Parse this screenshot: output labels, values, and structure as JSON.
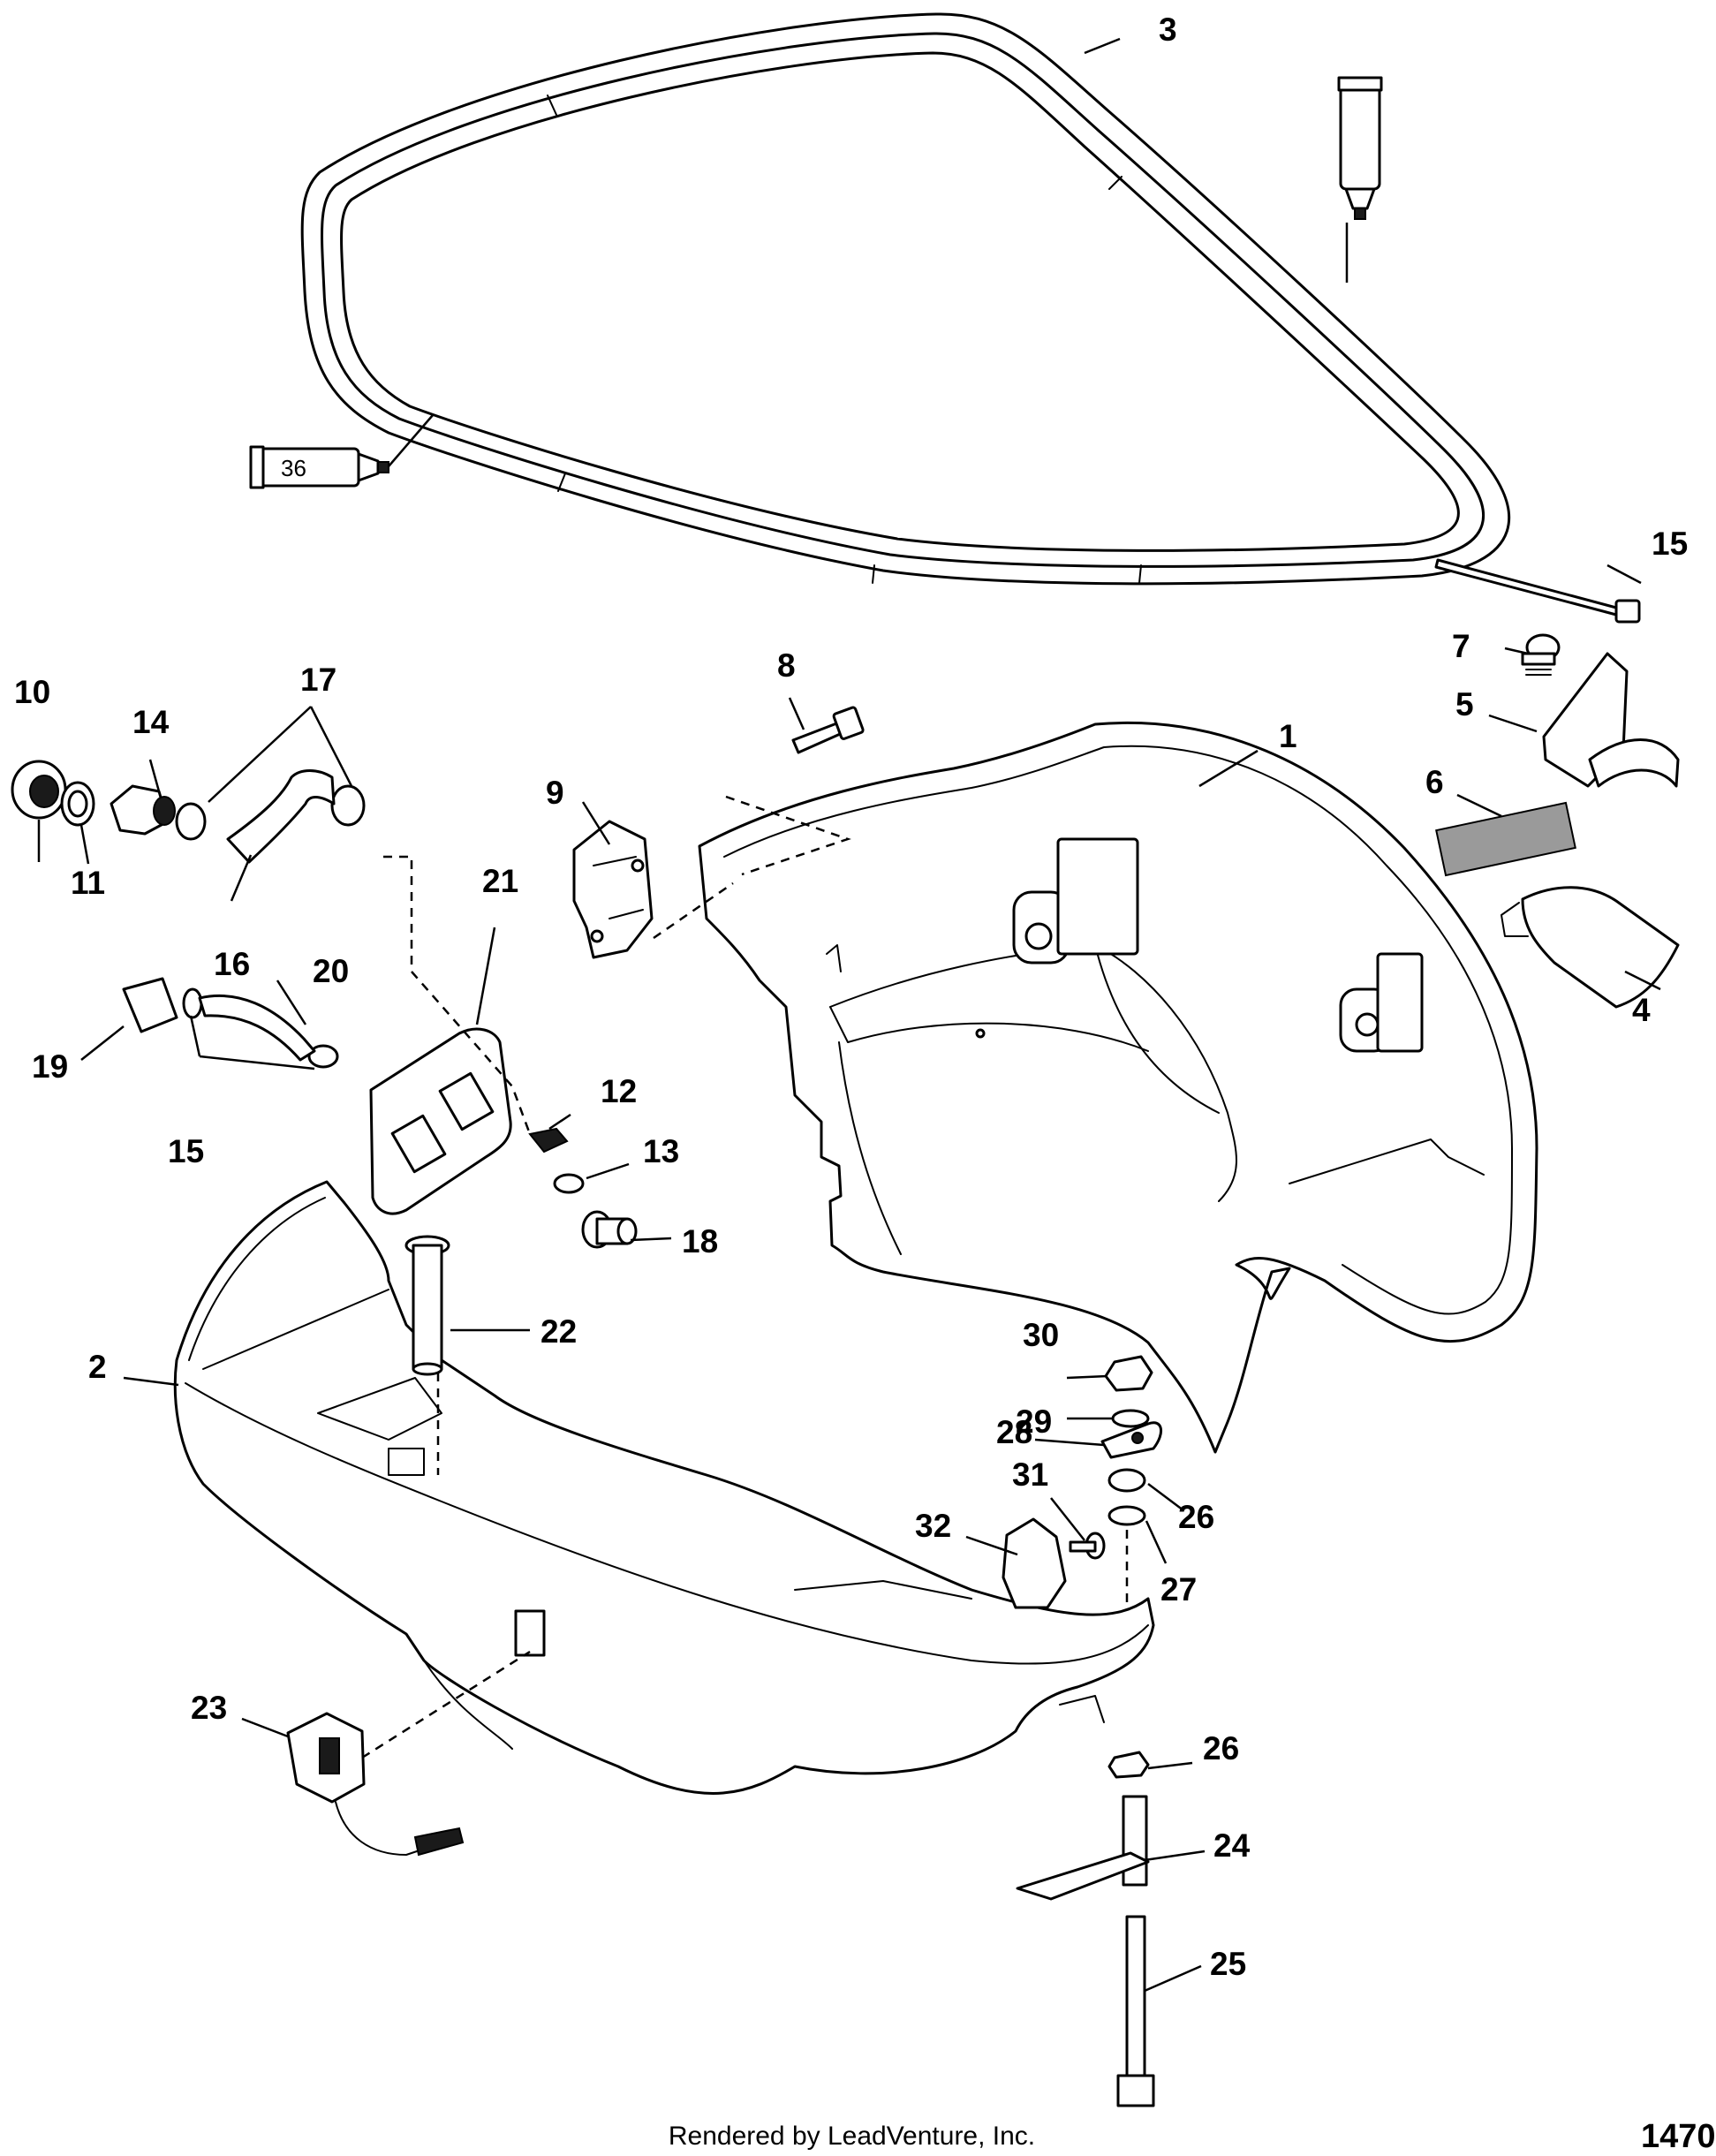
{
  "diagram": {
    "callouts": [
      "1",
      "2",
      "3",
      "4",
      "5",
      "6",
      "7",
      "8",
      "9",
      "10",
      "11",
      "12",
      "13",
      "14",
      "15",
      "15",
      "16",
      "17",
      "18",
      "19",
      "20",
      "21",
      "22",
      "23",
      "24",
      "25",
      "26",
      "26",
      "27",
      "28",
      "29",
      "30",
      "31",
      "32"
    ],
    "sealant_tube_label": "36"
  },
  "footer": {
    "rendered_by": "Rendered by LeadVenture, Inc.",
    "page_number": "1470"
  }
}
